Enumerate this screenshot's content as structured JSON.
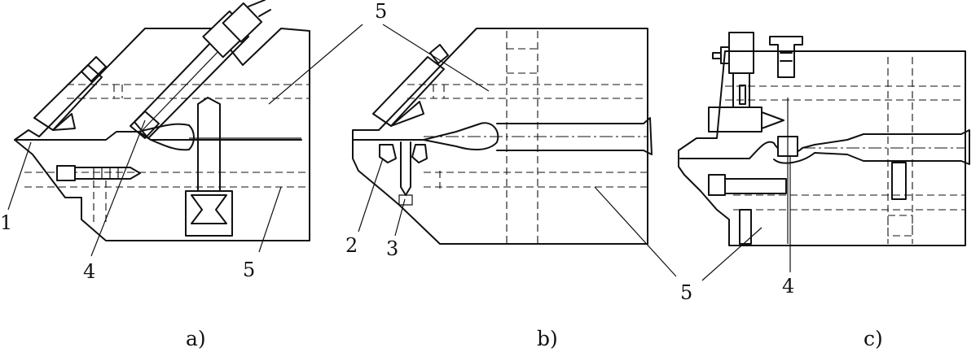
{
  "figure": {
    "panels": [
      {
        "caption": "a)",
        "labels": [
          "5",
          "1",
          "4",
          "5"
        ]
      },
      {
        "caption": "b)",
        "labels": [
          "2",
          "3",
          "5"
        ]
      },
      {
        "caption": "c)",
        "labels": [
          "4"
        ]
      }
    ],
    "shared_label": "5"
  }
}
